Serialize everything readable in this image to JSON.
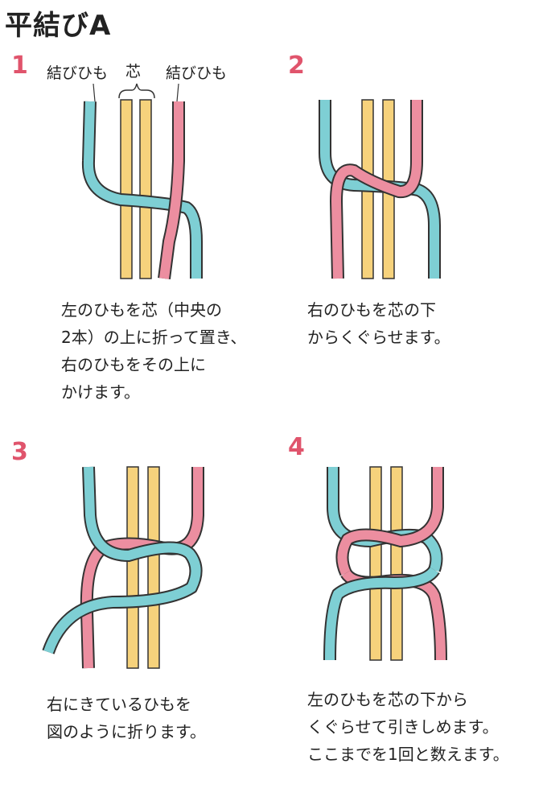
{
  "title": "平結びA",
  "labels": {
    "left_cord": "結びひも",
    "core": "芯",
    "right_cord": "結びひも"
  },
  "steps": [
    {
      "number": "1",
      "text": "左のひもを芯（中央の\n2本）の上に折って置き、\n右のひもをその上に\nかけます。"
    },
    {
      "number": "2",
      "text": "右のひもを芯の下\nからくぐらせます。"
    },
    {
      "number": "3",
      "text": "右にきているひもを\n図のように折ります。"
    },
    {
      "number": "4",
      "text": "左のひもを芯の下から\nくぐらせて引きしめます。\nここまでを1回と数えます。"
    }
  ],
  "colors": {
    "blue_cord": "#7ecfd4",
    "pink_cord": "#ec8ea0",
    "core_cord": "#f6d27c",
    "outline": "#333333",
    "step_number": "#e0546c"
  }
}
